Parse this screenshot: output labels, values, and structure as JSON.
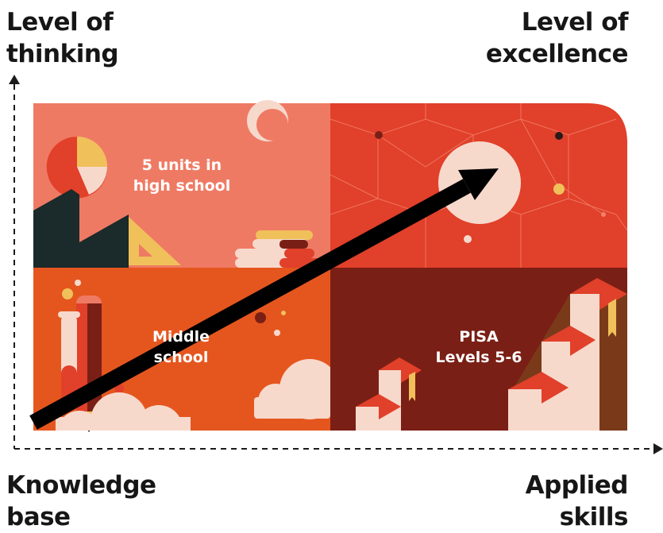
{
  "corners": {
    "top_left": [
      "Level of",
      "thinking"
    ],
    "top_right": [
      "Level of",
      "excellence"
    ],
    "bottom_left": [
      "Knowledge",
      "base"
    ],
    "bottom_right": [
      "Applied",
      "skills"
    ]
  },
  "quadrants": {
    "top_left": [
      "5 units in",
      "high school"
    ],
    "middle_left": [
      "Middle",
      "school"
    ],
    "bottom_right": [
      "PISA",
      "Levels 5-6"
    ]
  },
  "colors": {
    "salmon": "#ef7a64",
    "red": "#e1402a",
    "orange": "#e5561f",
    "maroon": "#7a1f15",
    "dark": "#1b2a2a",
    "yellow": "#f0c05a",
    "cream": "#f7d9cc",
    "arrow": "#000000"
  }
}
